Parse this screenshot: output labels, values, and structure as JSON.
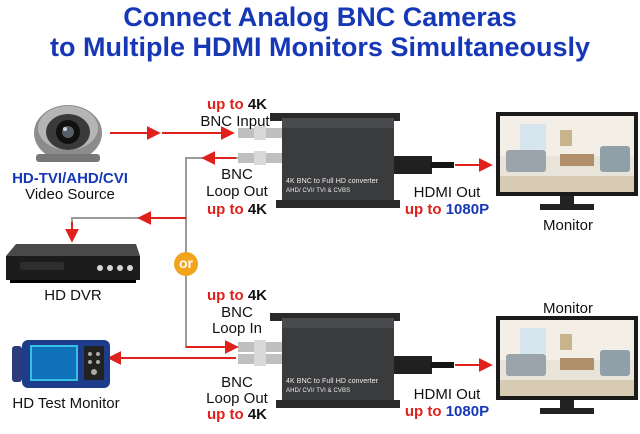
{
  "title": {
    "line1": "Connect Analog BNC Cameras",
    "line2": "to Multiple HDMI Monitors Simultaneously"
  },
  "source": {
    "formats": "HD-TVI/AHD/CVI",
    "label": "Video Source"
  },
  "dvr": {
    "label": "HD DVR"
  },
  "tester": {
    "label": "HD Test Monitor"
  },
  "or_label": "or",
  "top_unit": {
    "input_spec_prefix": "up to",
    "input_spec_value": "4K",
    "input_label": "BNC Input",
    "loop_label_1": "BNC",
    "loop_label_2": "Loop Out",
    "loop_spec_prefix": "up to",
    "loop_spec_value": "4K",
    "box_text_1": "4K BNC to Full HD converter",
    "box_text_2": "AHD/ CVI/ TVI & CVBS",
    "hdmi_label": "HDMI Out",
    "hdmi_spec_prefix": "up to",
    "hdmi_spec_value": "1080P",
    "monitor_label": "Monitor"
  },
  "bottom_unit": {
    "input_spec_prefix": "up to",
    "input_spec_value": "4K",
    "input_label_1": "BNC",
    "input_label_2": "Loop In",
    "loop_label_1": "BNC",
    "loop_label_2": "Loop Out",
    "loop_spec_prefix": "up to",
    "loop_spec_value": "4K",
    "box_text_1": "4K BNC to Full HD converter",
    "box_text_2": "AHD/ CVI/ TVI & CVBS",
    "hdmi_label": "HDMI Out",
    "hdmi_spec_prefix": "up to",
    "hdmi_spec_value": "1080P",
    "monitor_label": "Monitor"
  },
  "colors": {
    "title_blue": "#1638b6",
    "arrow_red": "#e0201b",
    "or_orange": "#f2a41c"
  },
  "icons": [
    "dome-camera-icon",
    "dvr-icon",
    "test-monitor-icon",
    "converter-box-icon",
    "tv-monitor-icon",
    "hdmi-plug-icon",
    "bnc-connector-icon"
  ]
}
